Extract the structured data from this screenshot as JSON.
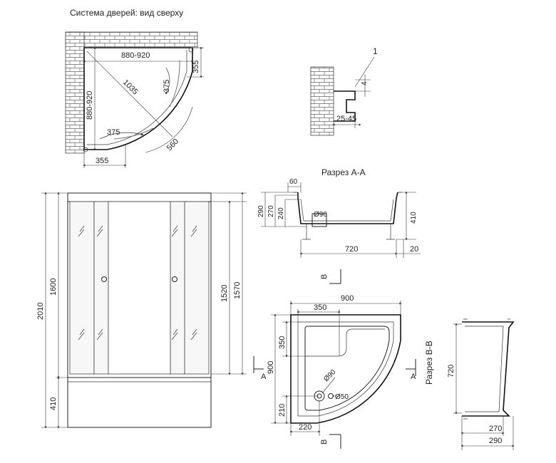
{
  "titles": {
    "top_view": "Система дверей: вид сверху",
    "section_aa": "Разрез А-А",
    "section_bb": "Разрез В-В"
  },
  "markers": {
    "callout": "1",
    "a_left": "A",
    "a_right": "A",
    "b_top": "B",
    "b_bottom": "B"
  },
  "top_view": {
    "width": "880-920",
    "depth": "880-920",
    "diagonal": "1035",
    "right_offset": "355",
    "right_door": "375",
    "bottom_door": "375",
    "opening": "560",
    "bottom_offset": "355"
  },
  "profile_detail": {
    "height": "4",
    "range": "25-45"
  },
  "front_view": {
    "total_height": "2010",
    "panel_height": "1600",
    "tray_height": "410",
    "door_height": "1520",
    "frame_height": "1570"
  },
  "section_aa_dims": {
    "rim": "60",
    "h290": "290",
    "h270": "270",
    "h240": "240",
    "drain": "Ø90",
    "tray_height": "410",
    "inner_width": "720",
    "leg": "20"
  },
  "tray_plan": {
    "width": "900",
    "seat_width": "350",
    "depth": "900",
    "seat_depth": "350",
    "drain": "Ø90",
    "outlet": "Ø50",
    "drain_y": "210",
    "drain_x": "220"
  },
  "section_bb_dims": {
    "height": "720",
    "base_inner": "270",
    "base_outer": "290"
  }
}
